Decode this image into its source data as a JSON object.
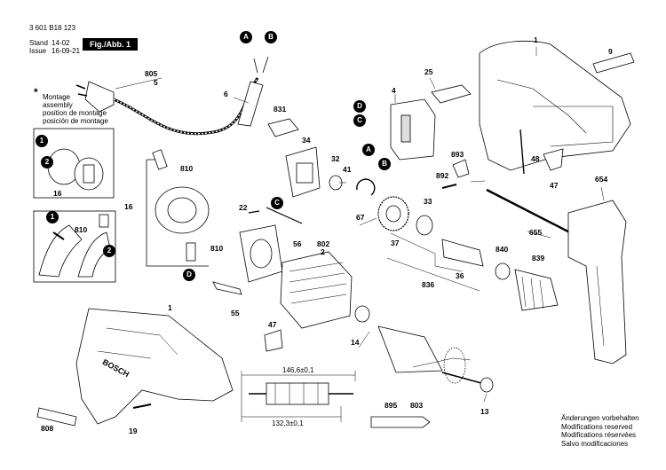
{
  "header": {
    "part_number": "3 601 B18 123",
    "stand_label": "Stand",
    "stand_value": "14-02",
    "issue_label": "Issue",
    "issue_value": "16-09-21",
    "figure_label": "Fig./Abb. 1"
  },
  "legend": {
    "symbol": "*",
    "lines": [
      "Montage",
      "assembly",
      "position de montage",
      "posición de montage"
    ]
  },
  "callouts": {
    "c1_top": "1",
    "c9": "9",
    "c805": "805",
    "c5": "5",
    "c6": "6",
    "c25": "25",
    "c4": "4",
    "c831": "831",
    "c34": "34",
    "c32": "32",
    "c41": "41",
    "c893": "893",
    "c892": "892",
    "c48": "48",
    "c47_right": "47",
    "c654": "654",
    "c810_top": "810",
    "c16_left": "16",
    "c16_star": "16",
    "c810_bottom": "810",
    "c810_inset": "810",
    "c22": "22",
    "c56": "56",
    "c802": "802",
    "c2": "2",
    "c67": "67",
    "c33": "33",
    "c37": "37",
    "c655": "655",
    "c840": "840",
    "c839": "839",
    "c836": "836",
    "c36": "36",
    "c55": "55",
    "c1_bottom": "1",
    "c47_bottom": "47",
    "c14": "14",
    "c803": "803",
    "c13": "13",
    "c895": "895",
    "c808": "808",
    "c19": "19"
  },
  "markers": {
    "A_top": "A",
    "B_top": "B",
    "D_switch": "D",
    "C_switch": "C",
    "A_switch": "A",
    "B_switch": "B",
    "C_mid": "C",
    "D_mid": "D",
    "step1_top": "1",
    "step2_top": "2",
    "step1_inset": "1",
    "step2_inset": "2"
  },
  "dimensions": {
    "top": "146,6±0,1",
    "bottom": "132,3±0,1"
  },
  "brand": "BOSCH",
  "notes": [
    "Änderungen vorbehalten",
    "Modifications reserved",
    "Modifications réservées",
    "Salvo modificaciones"
  ]
}
